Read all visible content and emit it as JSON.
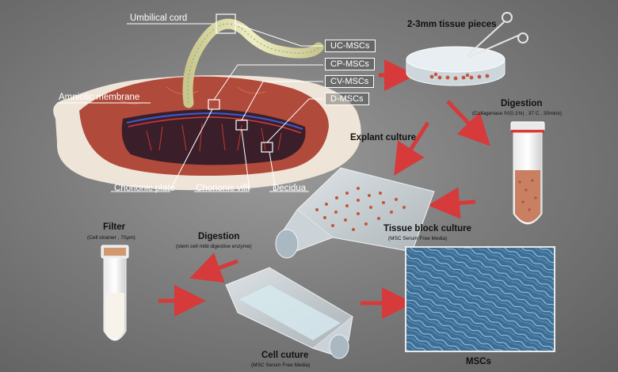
{
  "placenta_labels": {
    "umbilical_cord": "Umbilical cord",
    "amniotic_membrane": "Amniotic membrane",
    "chorionic_plate": "Chorionic plate",
    "chorionic_villi": "Chorionic villi",
    "decidua": "Decidua"
  },
  "cell_types": [
    "UC-MSCs",
    "CP-MSCs",
    "CV-MSCs",
    "D-MSCs"
  ],
  "steps": {
    "tissue_pieces": "2-3mm tissue pieces",
    "digestion_top": "Digestion",
    "digestion_top_detail": "(Collagenase IV(0.1%) , 37 C , 30mins)",
    "explant_culture": "Explant culture",
    "tissue_block_culture": "Tissue block culture",
    "tissue_block_detail": "(MSC Serum Free Media)",
    "filter": "Filter",
    "filter_detail": "(Cell strainer , 70μm)",
    "digestion_mid": "Digestion",
    "digestion_mid_detail": "(stem cell mild digestive enzyme)",
    "cell_culture": "Cell cuture",
    "cell_culture_detail": "(MSC Serum Free Media)",
    "mscs": "MSCs"
  },
  "colors": {
    "arrow": "#d63a3a",
    "placenta_tissue": "#b04a3a",
    "membrane": "#efe4d8",
    "villi": "#3a1f2a",
    "cord": "#e3e0a8",
    "cell_image": "#3d6f96"
  }
}
